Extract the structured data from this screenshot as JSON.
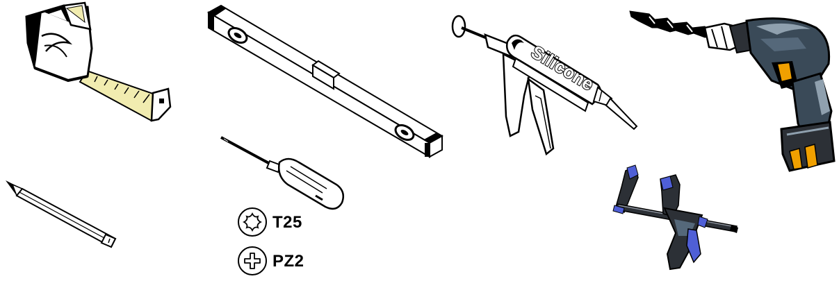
{
  "tools": [
    {
      "id": "tape-measure",
      "icon": "tape-measure-icon"
    },
    {
      "id": "spirit-level",
      "icon": "spirit-level-icon"
    },
    {
      "id": "caulking-gun",
      "icon": "caulking-gun-icon"
    },
    {
      "id": "power-drill",
      "icon": "power-drill-icon"
    },
    {
      "id": "pencil",
      "icon": "pencil-icon"
    },
    {
      "id": "screwdriver",
      "icon": "screwdriver-icon"
    },
    {
      "id": "bar-clamp",
      "icon": "bar-clamp-icon"
    }
  ],
  "cartridge": {
    "text": "Silicone"
  },
  "bits": [
    {
      "label": "T25",
      "icon": "torx-bit-icon"
    },
    {
      "label": "PZ2",
      "icon": "pozidriv-bit-icon"
    }
  ],
  "colors": {
    "ink": "#000000",
    "tape_yellow": "#f1ecb0",
    "drill_body": "#3a4a58",
    "drill_trigger": "#f0a000",
    "clamp_blue": "#4f5fd6",
    "clamp_body": "#2c3036"
  }
}
